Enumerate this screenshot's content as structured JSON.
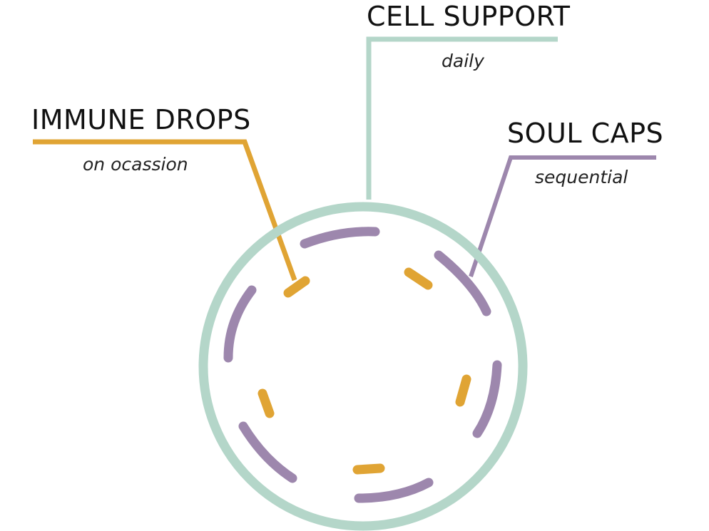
{
  "colors": {
    "cell_support": "#b4d6c9",
    "immune_drops": "#e0a434",
    "soul_caps": "#9d87ad",
    "text": "#111111"
  },
  "labels": {
    "cell_support": {
      "title": "CELL SUPPORT",
      "frequency": "daily"
    },
    "immune_drops": {
      "title": "IMMUNE DROPS",
      "frequency": "on ocassion"
    },
    "soul_caps": {
      "title": "SOUL CAPS",
      "frequency": "sequential"
    }
  },
  "legend": {
    "outer_ring": "cell_support",
    "short_dashes": "immune_drops",
    "long_arcs": "soul_caps"
  }
}
